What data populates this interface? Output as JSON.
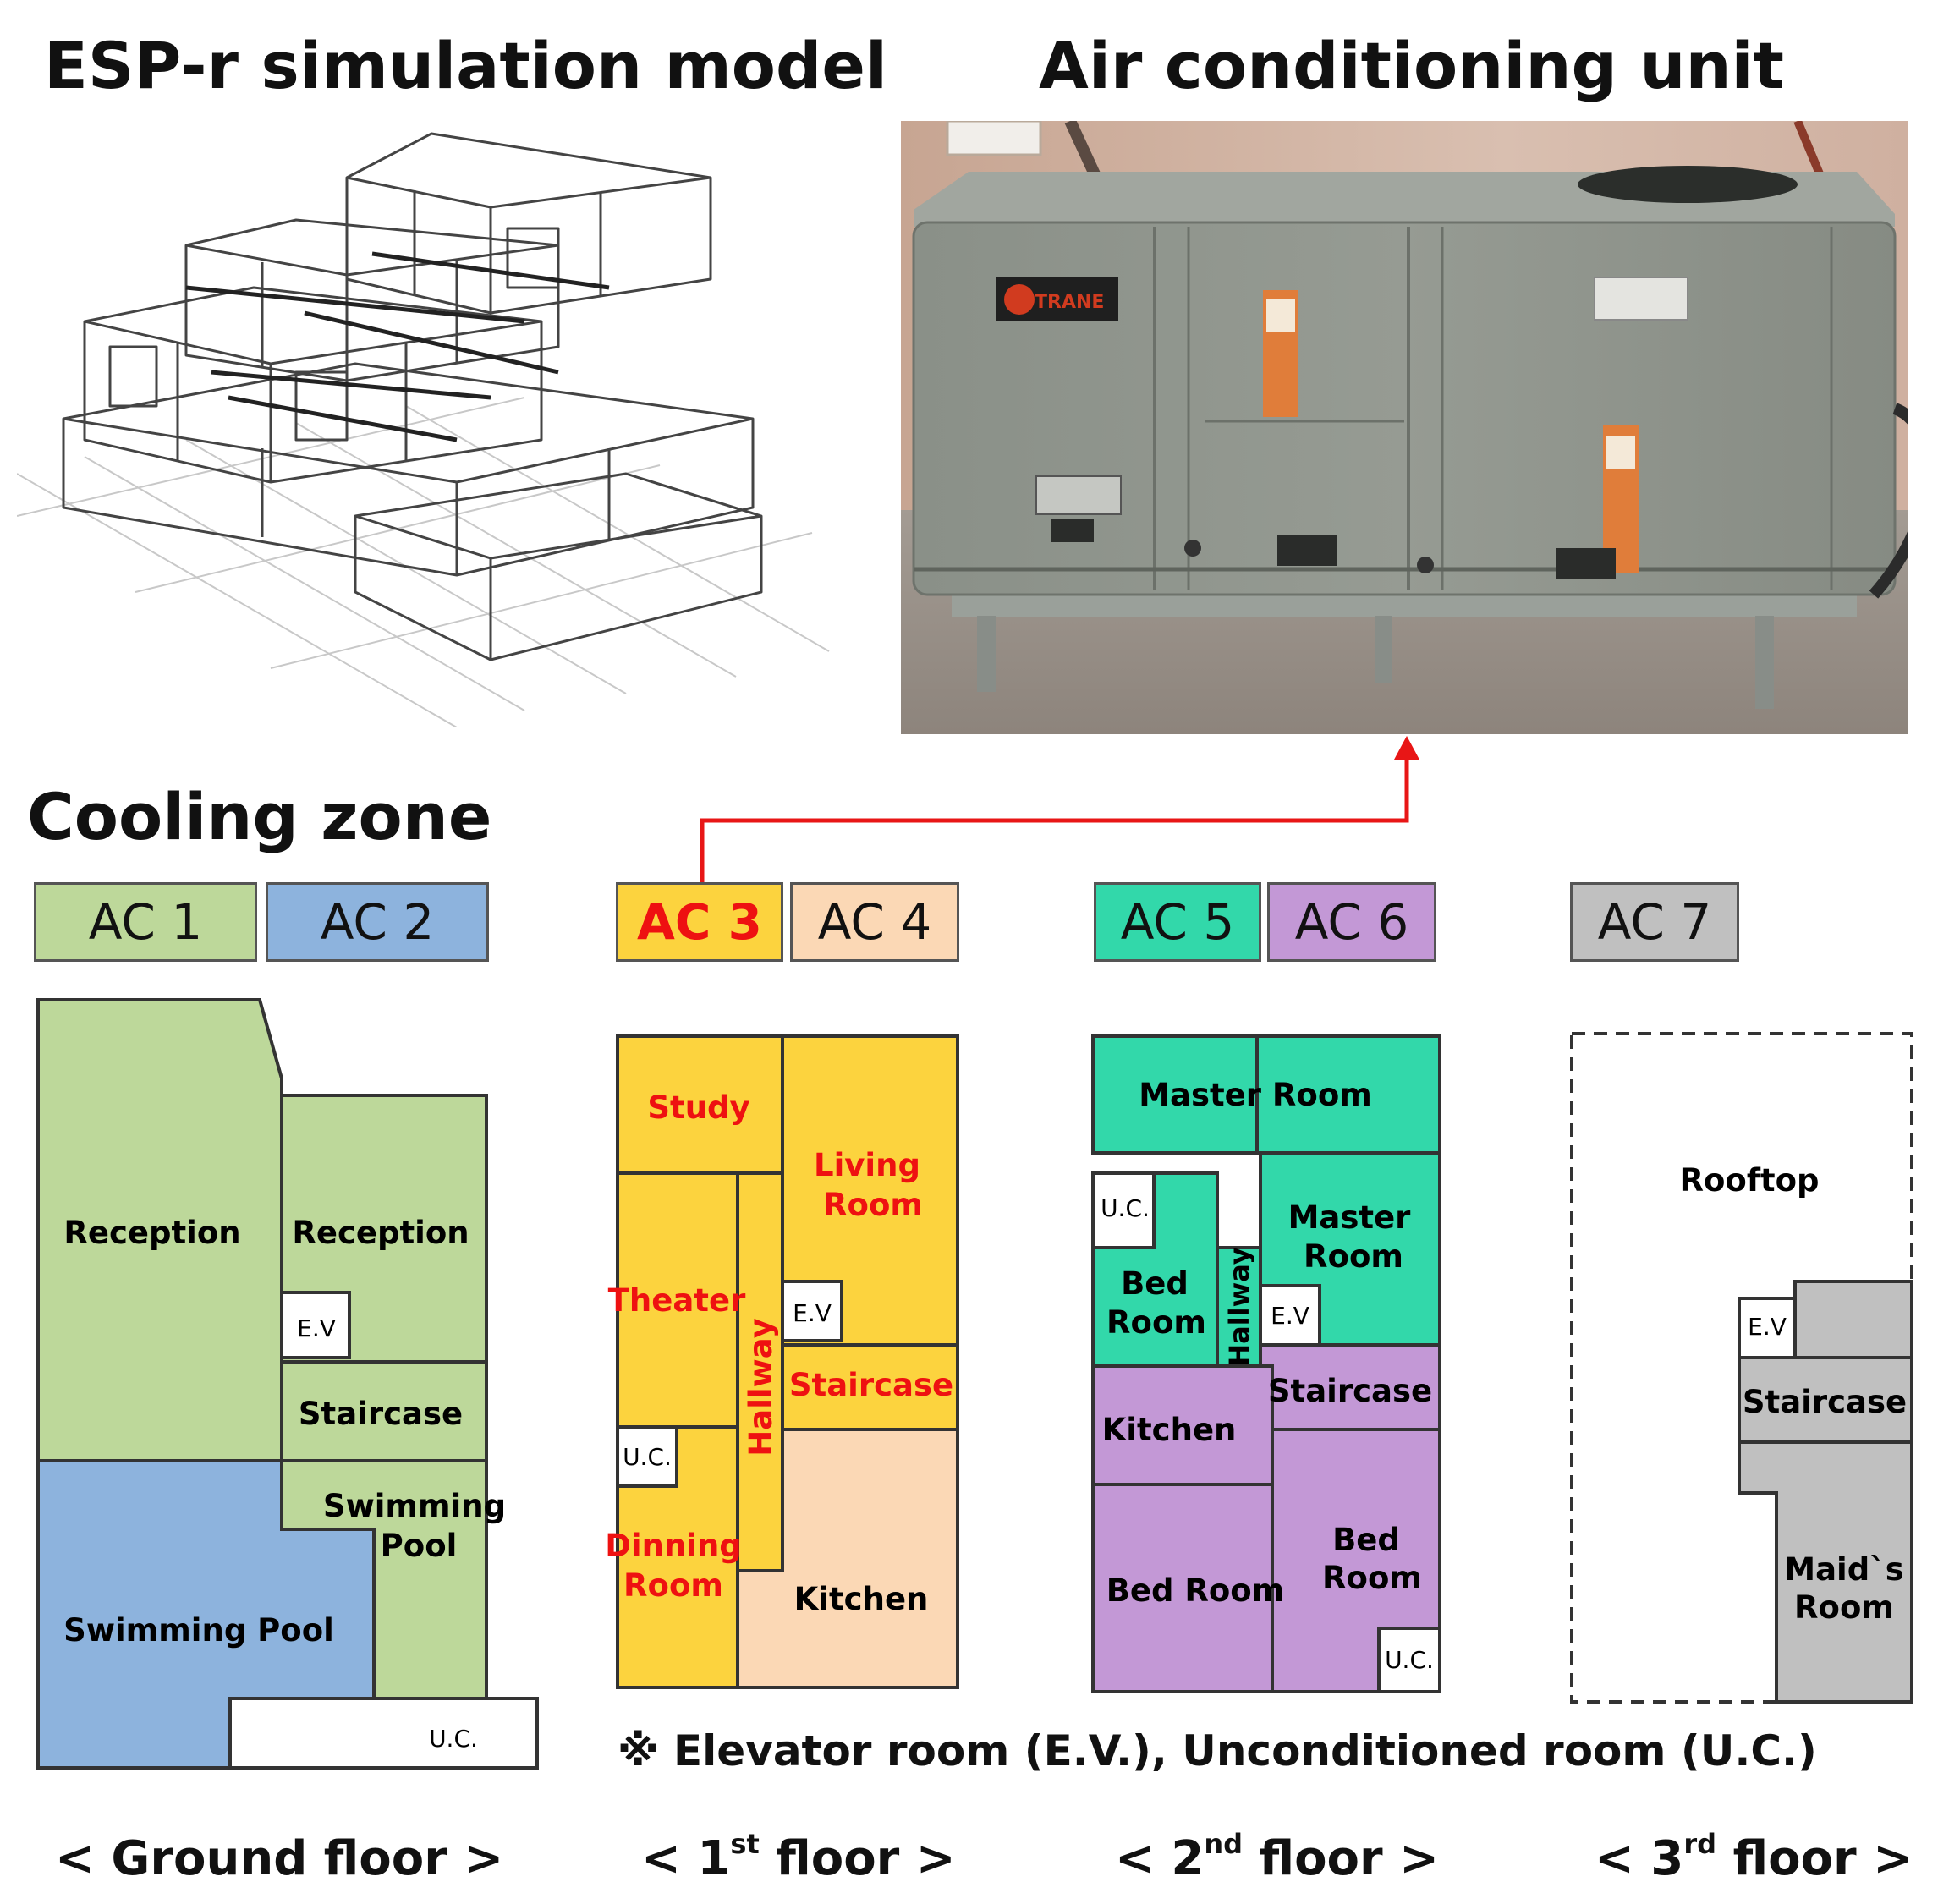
{
  "headings": {
    "model": "ESP-r simulation model",
    "unit": "Air conditioning unit",
    "zone": "Cooling zone"
  },
  "photo": {
    "brand": "TRANE"
  },
  "units": [
    {
      "label": "AC 1",
      "color": "#bdd89a"
    },
    {
      "label": "AC 2",
      "color": "#8db3dd"
    },
    {
      "label": "AC 3",
      "color": "#fcd33e",
      "text_color": "#ee1111"
    },
    {
      "label": "AC 4",
      "color": "#fbd8b5"
    },
    {
      "label": "AC 5",
      "color": "#32d8aa"
    },
    {
      "label": "AC 6",
      "color": "#c398d6"
    },
    {
      "label": "AC 7",
      "color": "#c0c0c0"
    }
  ],
  "rooms": {
    "gf_reception_left": "Reception",
    "gf_reception_right": "Reception",
    "gf_ev": "E.V",
    "gf_staircase": "Staircase",
    "gf_pool_small_1": "Swimming",
    "gf_pool_small_2": "Pool",
    "gf_pool_large": "Swimming Pool",
    "gf_uc": "U.C.",
    "f1_study": "Study",
    "f1_living_1": "Living",
    "f1_living_2": "Room",
    "f1_theater": "Theater",
    "f1_ev": "E.V",
    "f1_hallway": "Hallway",
    "f1_staircase": "Staircase",
    "f1_uc": "U.C.",
    "f1_dinning_1": "Dinning",
    "f1_dinning_2": "Room",
    "f1_kitchen": "Kitchen",
    "f2_master_top": "Master Room",
    "f2_uc_top": "U.C.",
    "f2_master_1": "Master",
    "f2_master_2": "Room",
    "f2_bed_1": "Bed",
    "f2_bed_2": "Room",
    "f2_hallway": "Hallway",
    "f2_ev": "E.V",
    "f2_staircase": "Staircase",
    "f2_kitchen": "Kitchen",
    "f2_bedroom": "Bed Room",
    "f2_bed_right_1": "Bed",
    "f2_bed_right_2": "Room",
    "f2_uc_bottom": "U.C.",
    "f3_rooftop": "Rooftop",
    "f3_ev": "E.V",
    "f3_staircase": "Staircase",
    "f3_maid_1": "Maid`s",
    "f3_maid_2": "Room"
  },
  "note": "※ Elevator room (E.V.), Unconditioned room (U.C.)",
  "floors": [
    {
      "pre": "< Ground floor >",
      "sup": "",
      "post": ""
    },
    {
      "pre": "< 1",
      "sup": "st",
      "post": " floor >"
    },
    {
      "pre": "< 2",
      "sup": "nd",
      "post": " floor >"
    },
    {
      "pre": "< 3",
      "sup": "rd",
      "post": " floor >"
    }
  ],
  "colors": {
    "arrow": "#e81616",
    "ac3_text": "#ee1111",
    "room_red_text": "#ee1111"
  }
}
